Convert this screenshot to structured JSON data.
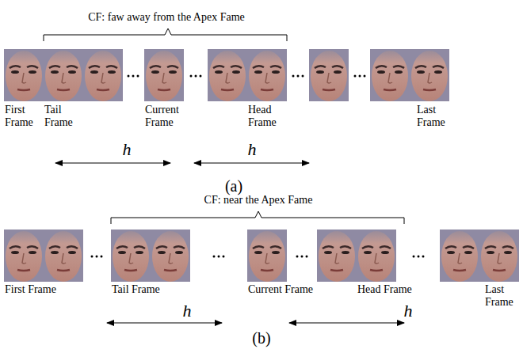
{
  "diagram": {
    "labels": [
      "CF: faw away from the Apex Fame",
      "First Frame",
      "Tail Frame",
      "Current Frame",
      "Head Frame",
      "Last Frame",
      "h",
      "h",
      "(a)",
      "CF: near the Apex Fame",
      "First Frame",
      "Tail Frame",
      "Current Frame",
      "Head Frame",
      "Last Frame",
      "h",
      "h",
      "(b)"
    ]
  }
}
